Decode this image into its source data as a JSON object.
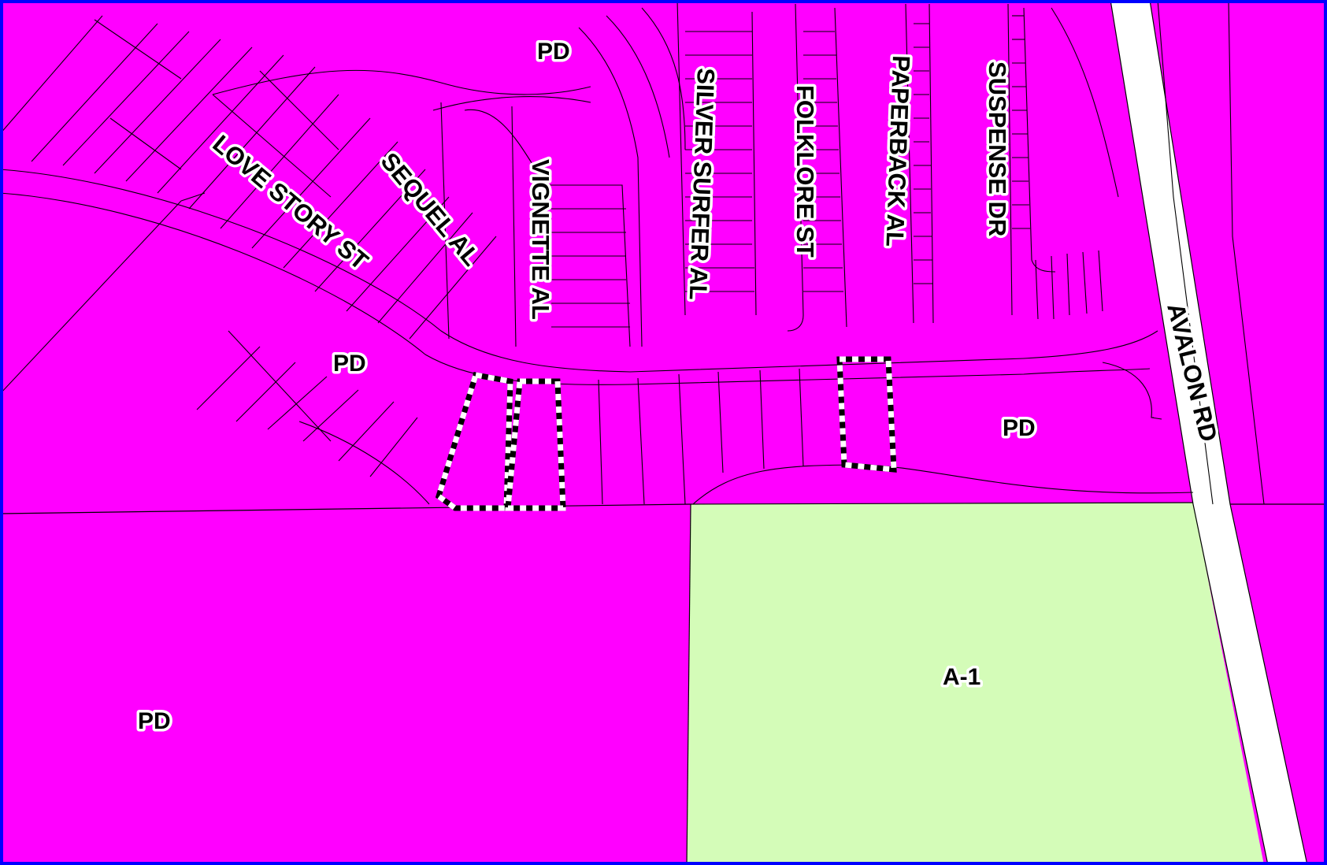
{
  "map": {
    "colors": {
      "planned_development": "#ff00ff",
      "agricultural": "#d4fcb8",
      "road": "#ffffff",
      "parcel_line": "#000000",
      "border": "#0000ff",
      "highlight_dash_dark": "#000000",
      "highlight_dash_light": "#ffffff"
    },
    "streets": {
      "love_story": "LOVE STORY ST",
      "sequel": "SEQUEL AL",
      "vignette": "VIGNETTE AL",
      "silver_surfer": "SILVER SURFER AL",
      "folklore": "FOLKLORE ST",
      "paperback": "PAPERBACK AL",
      "suspense": "SUSPENSE DR",
      "avalon": "AVALON RD"
    },
    "zones": {
      "pd_top": "PD",
      "pd_mid": "PD",
      "pd_right": "PD",
      "pd_bottom": "PD",
      "a1": "A-1"
    },
    "highlighted_parcels": [
      {
        "name": "highlighted-parcel-west"
      },
      {
        "name": "highlighted-parcel-center"
      },
      {
        "name": "highlighted-parcel-east"
      }
    ]
  }
}
